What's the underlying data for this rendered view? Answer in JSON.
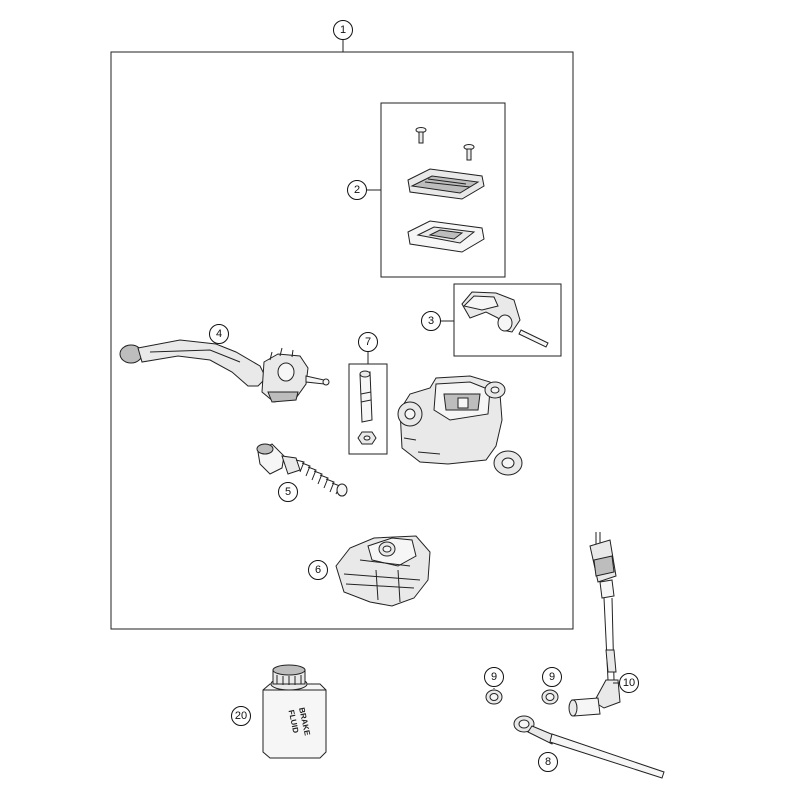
{
  "callouts": {
    "c1": "1",
    "c2": "2",
    "c3": "3",
    "c4": "4",
    "c5": "5",
    "c6": "6",
    "c7": "7",
    "c8": "8",
    "c9a": "9",
    "c9b": "9",
    "c10": "10",
    "c20": "20"
  },
  "fluid_label": {
    "line1": "BRAKE",
    "line2": "FLUID"
  }
}
